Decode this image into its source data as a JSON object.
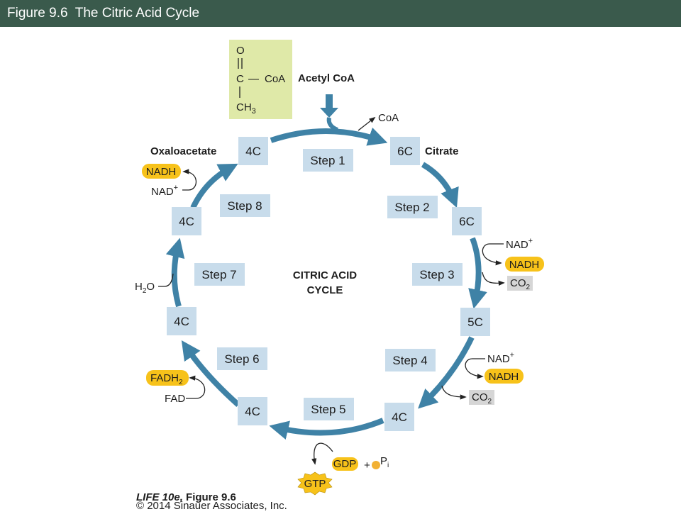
{
  "title": "Figure 9.6  The Citric Acid Cycle",
  "acetyl_coa": {
    "label": "Acetyl CoA",
    "structure": {
      "o": "O",
      "c": "C",
      "bond": "—",
      "coa": "CoA",
      "ch": "CH",
      "sub3": "3"
    },
    "released": "CoA"
  },
  "center_label": {
    "line1": "CITRIC ACID",
    "line2": "CYCLE"
  },
  "boxes": [
    "4C",
    "6C",
    "6C",
    "5C",
    "4C",
    "4C",
    "4C",
    "4C"
  ],
  "box_labels": {
    "oxaloacetate": "Oxaloacetate",
    "citrate": "Citrate"
  },
  "steps": [
    "Step 1",
    "Step 2",
    "Step 3",
    "Step 4",
    "Step 5",
    "Step 6",
    "Step 7",
    "Step 8"
  ],
  "molecules": {
    "nad": "NAD",
    "plus": "+",
    "nadh": "NADH",
    "co": "CO",
    "sub2": "2",
    "h": "H",
    "o": "O",
    "fad": "FAD",
    "fadh": "FADH",
    "gdp": "GDP",
    "gtp": "GTP",
    "p": "P",
    "i": "i"
  },
  "footer": {
    "book": "LIFE 10e,",
    "figure": " Figure 9.6",
    "copyright": "© 2014 Sinauer Associates, Inc."
  },
  "colors": {
    "title_bar": "#3a5a4c",
    "arrow": "#3f82a6",
    "box": "#c8dceb",
    "highlight": "#f7c21a",
    "co2_box": "#d6d6d6",
    "acetyl_box": "#dfe9a8"
  }
}
